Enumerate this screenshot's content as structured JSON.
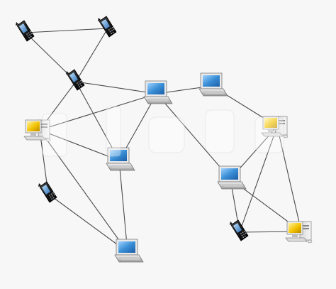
{
  "diagram": {
    "title": "",
    "nodes": [
      {
        "id": "phone-1",
        "kind": "phone"
      },
      {
        "id": "phone-2",
        "kind": "phone"
      },
      {
        "id": "phone-3",
        "kind": "phone"
      },
      {
        "id": "desktop-1",
        "kind": "desktop"
      },
      {
        "id": "laptop-1",
        "kind": "laptop"
      },
      {
        "id": "laptop-2",
        "kind": "laptop"
      },
      {
        "id": "laptop-3",
        "kind": "laptop"
      },
      {
        "id": "phone-4",
        "kind": "phone"
      },
      {
        "id": "laptop-4",
        "kind": "laptop"
      },
      {
        "id": "desktop-2",
        "kind": "desktop"
      },
      {
        "id": "laptop-5",
        "kind": "laptop"
      },
      {
        "id": "phone-5",
        "kind": "phone"
      },
      {
        "id": "desktop-3",
        "kind": "desktop"
      }
    ],
    "edges": [
      [
        "phone-1",
        "phone-2"
      ],
      [
        "phone-1",
        "phone-3"
      ],
      [
        "phone-2",
        "phone-3"
      ],
      [
        "phone-3",
        "laptop-1"
      ],
      [
        "phone-3",
        "desktop-1"
      ],
      [
        "phone-3",
        "laptop-3"
      ],
      [
        "desktop-1",
        "laptop-1"
      ],
      [
        "desktop-1",
        "laptop-3"
      ],
      [
        "desktop-1",
        "phone-4"
      ],
      [
        "desktop-1",
        "laptop-4"
      ],
      [
        "laptop-1",
        "laptop-2"
      ],
      [
        "laptop-1",
        "laptop-3"
      ],
      [
        "laptop-1",
        "laptop-5"
      ],
      [
        "laptop-2",
        "desktop-2"
      ],
      [
        "laptop-3",
        "laptop-4"
      ],
      [
        "phone-4",
        "laptop-4"
      ],
      [
        "laptop-5",
        "desktop-2"
      ],
      [
        "laptop-5",
        "phone-5"
      ],
      [
        "laptop-5",
        "desktop-3"
      ],
      [
        "desktop-2",
        "phone-5"
      ],
      [
        "desktop-2",
        "desktop-3"
      ],
      [
        "phone-5",
        "desktop-3"
      ]
    ]
  },
  "colors": {
    "edge": "#4a4a4a",
    "background": "#f7f7f7",
    "laptop_screen": "#3a8fd6",
    "desktop_screen": "#f2c200",
    "phone_body": "#1e1e1e"
  },
  "icons": {
    "phone": "mobile-phone-icon",
    "laptop": "laptop-icon",
    "desktop": "desktop-computer-icon"
  }
}
